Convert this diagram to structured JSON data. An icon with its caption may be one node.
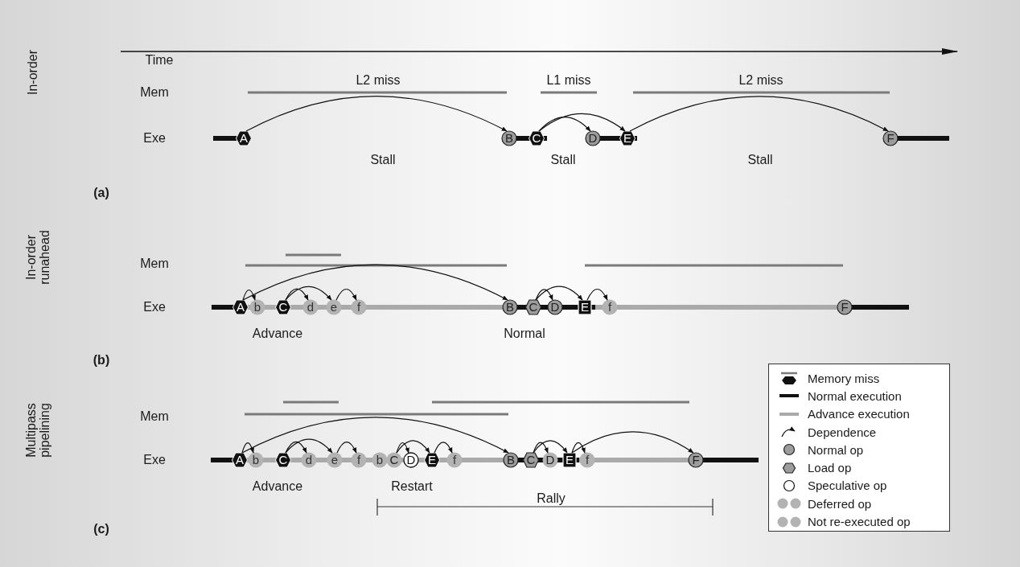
{
  "diagram": {
    "nodes": [
      {
        "text": [
          "A"
        ]
      },
      {
        "text": [
          "B"
        ]
      },
      {
        "text": [
          "C"
        ]
      },
      {
        "text": [
          "D"
        ]
      },
      {
        "text": [
          "E"
        ]
      },
      {
        "text": [
          "F"
        ]
      },
      {
        "text": [
          "A"
        ]
      },
      {
        "text": [
          "b"
        ]
      },
      {
        "text": [
          "C"
        ]
      },
      {
        "text": [
          "d"
        ]
      },
      {
        "text": [
          "e"
        ]
      },
      {
        "text": [
          "f"
        ]
      },
      {
        "text": [
          "B"
        ]
      },
      {
        "text": [
          "C"
        ]
      },
      {
        "text": [
          "D"
        ]
      },
      {
        "text": [
          "E"
        ]
      },
      {
        "text": [
          "f"
        ]
      },
      {
        "text": [
          "F"
        ]
      },
      {
        "text": [
          "A"
        ]
      },
      {
        "text": [
          "b"
        ]
      },
      {
        "text": [
          "C"
        ]
      },
      {
        "text": [
          "d"
        ]
      },
      {
        "text": [
          "e"
        ]
      },
      {
        "text": [
          "f"
        ]
      },
      {
        "text": [
          "b"
        ]
      },
      {
        "text": [
          "C"
        ]
      },
      {
        "text": [
          "D"
        ]
      },
      {
        "text": [
          "E"
        ]
      },
      {
        "text": [
          "f"
        ]
      },
      {
        "text": [
          "B"
        ]
      },
      {
        "text": [
          "C"
        ]
      },
      {
        "text": [
          "D"
        ]
      },
      {
        "text": [
          "E"
        ]
      },
      {
        "text": [
          "f"
        ]
      },
      {
        "text": [
          "F"
        ]
      }
    ],
    "edges": [
      {
        "from": 0,
        "to": 1,
        "arrow": "to"
      },
      {
        "from": 2,
        "to": 3,
        "arrow": "to"
      },
      {
        "from": 2,
        "to": 4,
        "arrow": "to"
      },
      {
        "from": 4,
        "to": 5,
        "arrow": "to"
      },
      {
        "from": 6,
        "to": 7,
        "arrow": "to"
      },
      {
        "from": 6,
        "to": 12,
        "arrow": "to"
      },
      {
        "from": 8,
        "to": 9,
        "arrow": "to"
      },
      {
        "from": 8,
        "to": 10,
        "arrow": "to"
      },
      {
        "from": 10,
        "to": 11,
        "arrow": "to"
      },
      {
        "from": 13,
        "to": 14,
        "arrow": "to"
      },
      {
        "from": 13,
        "to": 15,
        "arrow": "to"
      },
      {
        "from": 15,
        "to": 16,
        "arrow": "to"
      },
      {
        "from": 18,
        "to": 19,
        "arrow": "to"
      },
      {
        "from": 18,
        "to": 29,
        "arrow": "to"
      },
      {
        "from": 20,
        "to": 21,
        "arrow": "to"
      },
      {
        "from": 20,
        "to": 22,
        "arrow": "to"
      },
      {
        "from": 22,
        "to": 23,
        "arrow": "to"
      },
      {
        "from": 25,
        "to": 26,
        "arrow": "to"
      },
      {
        "from": 25,
        "to": 27,
        "arrow": "to"
      },
      {
        "from": 27,
        "to": 28,
        "arrow": "to"
      },
      {
        "from": 30,
        "to": 31,
        "arrow": "to"
      },
      {
        "from": 30,
        "to": 32,
        "arrow": "to"
      },
      {
        "from": 32,
        "to": 33,
        "arrow": "to"
      },
      {
        "from": 32,
        "to": 34,
        "arrow": "to"
      }
    ],
    "labels": [
      "Time",
      "In-order",
      "Mem",
      "L2 miss",
      "L1 miss",
      "L2 miss",
      "Exe",
      "Stall",
      "Stall",
      "Stall",
      "(a)",
      "In-order runahead",
      "Mem",
      "Exe",
      "Advance",
      "Normal",
      "(b)",
      "Multipass pipelining",
      "Mem",
      "Exe",
      "Advance",
      "Restart",
      "Rally",
      "(c)"
    ],
    "legend": [
      {
        "text": "Memory miss"
      },
      {
        "text": "Normal execution"
      },
      {
        "text": "Advance execution"
      },
      {
        "text": "Dependence"
      },
      {
        "text": "Normal op"
      },
      {
        "text": "Load op"
      },
      {
        "text": "Speculative op"
      },
      {
        "text": "Deferred op"
      },
      {
        "text": "Not re-executed op"
      }
    ]
  }
}
